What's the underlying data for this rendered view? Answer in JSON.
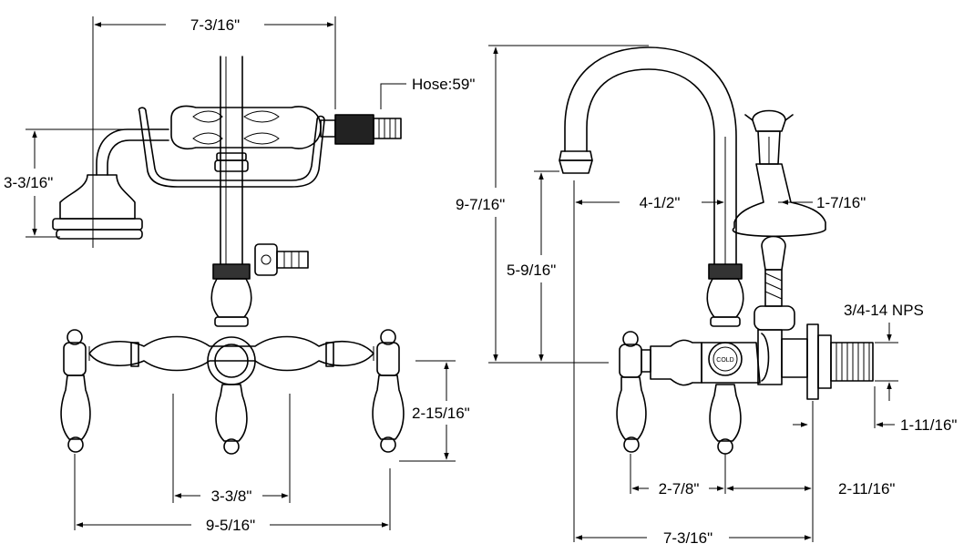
{
  "front_view": {
    "top_width": "7-3/16\"",
    "hose_length": "Hose:59\"",
    "handshower_height": "3-3/16\"",
    "centers": "3-3/8\"",
    "overall_width": "9-5/16\"",
    "body_height": "2-15/16\""
  },
  "side_view": {
    "total_height": "9-7/16\"",
    "spout_height": "5-9/16\"",
    "spout_reach": "4-1/2\"",
    "cradle_width": "1-7/16\"",
    "thread_spec": "3/4-14 NPS",
    "thread_diameter": "1-11/16\"",
    "handle_offset": "2-7/8\"",
    "wall_offset": "2-11/16\"",
    "overall_depth": "7-3/16\"",
    "handle_marking": "COLD"
  }
}
